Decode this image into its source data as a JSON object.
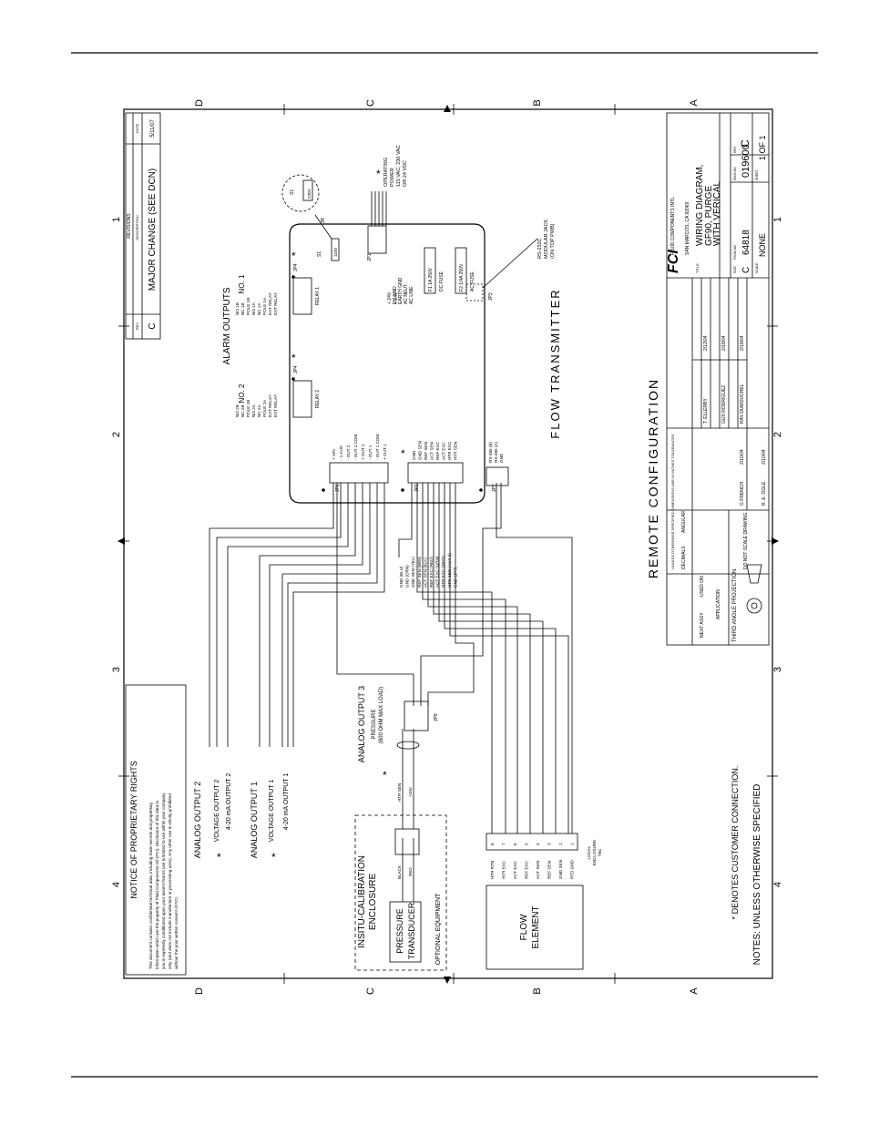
{
  "drawing": {
    "title": "REMOTE CONFIGURATION",
    "transmitter_label": "FLOW TRANSMITTER",
    "alarm": {
      "title": "ALARM OUTPUTS",
      "no1": "NO. 1",
      "no2": "NO. 2",
      "relay1": "RELAY 1",
      "relay2": "RELAY 2",
      "jp4": "JP4",
      "relay1_pins": [
        "EXT RELAY",
        "EXT RELAY",
        "POLE 1A",
        "NC 1A",
        "NO 1A",
        "POLE 1B",
        "NC 1B",
        "NO 1B"
      ],
      "relay2_pins": [
        "EXT RELAY",
        "EXT RELAY",
        "POLE 2A",
        "NC 2A",
        "NO 2A",
        "POLE 2B",
        "NC 2B",
        "NO 2B"
      ]
    },
    "power": {
      "jp1": "JP1",
      "pins": [
        "+ 24V",
        "DC GND",
        "EARTH GND",
        "AC NEUT",
        "AC LINE"
      ],
      "operating": "OPERATING",
      "power": "POWER",
      "vac": "115 VAC, 230 VAC",
      "vdc": "OR 24 VDC",
      "s1": "S1",
      "switch_115": "115V",
      "switch_230": "230V",
      "jr": "JR",
      "dc_fuse": "DC FUSE",
      "f1": "F1 1A 250V",
      "ac_fuse": "AC FUSE",
      "f2": "F2 1/4A 250V",
      "jp3": "JP3",
      "rs232": "RS-232C",
      "modular_jack": "MODULAR JACK",
      "on_top": "(ON TOP PWB)"
    },
    "jp6": {
      "label": "JP6",
      "pins": [
        "+ 20V",
        "- 1 AUX",
        "- OUT 2",
        "- OUT 2 COM",
        "+ OUT 2",
        "- OUT 1",
        "- OUT 1 COM",
        "+ OUT 1"
      ]
    },
    "jp2": {
      "label": "JP2",
      "pins": [
        "GND",
        "GND SEN",
        "REF SEN",
        "ACT SEN",
        "REF EXC",
        "ACT EXC",
        "HTR EXC",
        "HTR SEN"
      ]
    },
    "jp7": {
      "label": "JP7",
      "pins": [
        "RS-485 (B)",
        "RS-485 (A)",
        "GND"
      ]
    },
    "wires": [
      "GND (BLU)",
      "GND (ORN)",
      "GND SEN (YEL)",
      "REF SEN (BRN)",
      "ACT SEN (BLK)",
      "REF EXC (RED)",
      "ACT EXC (GRN)",
      "HTR EXC (WHT)",
      "HTR SEN (AUX 2)",
      "GND (JP7)"
    ],
    "notice": {
      "title": "NOTICE OF PROPRIETARY RIGHTS",
      "body": "This document contains confidential technical data, including trade secrets and proprietary information which are the property of Fluid Components Intl (FCI). Disclosure of this data to you is expressly conditioned upon your assent that its use is limited to use within your company only (and does not include manufacture or processing uses). Any other use is strictly prohibited without the prior written consent of FCI."
    },
    "analog_outputs": {
      "out2": "ANALOG OUTPUT 2",
      "out1": "ANALOG OUTPUT 1",
      "voltage2": "VOLTAGE OUTPUT 2",
      "ma2": "4-20 mA OUTPUT 2",
      "voltage1": "VOLTAGE OUTPUT 1",
      "ma1": "4-20 mA OUTPUT 1",
      "out3": "ANALOG OUTPUT 3",
      "pressure": "PRESSURE",
      "load": "(600 OHM MAX LOAD)",
      "jp9": "JP9"
    },
    "insitu": {
      "title1": "INSITU-CALIBRATION",
      "title2": "ENCLOSURE",
      "pressure": "PRESSURE",
      "transducer": "TRANSDUCER",
      "optional": "OPTIONAL EQUIPMENT",
      "black": "BLACK",
      "red": "RED",
      "htr_sen": "HTR SEN",
      "p20v": "+20V"
    },
    "flow_element": {
      "label1": "FLOW",
      "label2": "ELEMENT",
      "terminals": [
        "HTR RTN",
        "HTR EXC",
        "ACT EXC",
        "REF EXC",
        "ACT SEN",
        "REF SEN",
        "GND SEN",
        "RTD GND"
      ],
      "numbers": [
        "8",
        "7",
        "6",
        "5",
        "4",
        "3",
        "2",
        "1"
      ],
      "local": "LOCAL",
      "enclosure": "ENCLOSURE",
      "tb1": "TB1"
    },
    "notes": {
      "denotes": "* DENOTES CUSTOMER CONNECTION.",
      "notes": "NOTES: UNLESS OTHERWISE SPECIFIED"
    },
    "revisions": {
      "header": "REVISIONS",
      "rev_col": "REV",
      "desc_col": "DESCRIPTION",
      "date_col": "DATE",
      "rev": "C",
      "desc": "MAJOR CHANGE (SEE DCN)",
      "date": "5/11/07"
    },
    "title_block": {
      "company1": "FLUID COMPONENTS INTL",
      "company2": "SAN MARCOS, CA 92069",
      "title_label": "TITLE",
      "title1": "WIRING DIAGRAM,",
      "title2": "GF90, PURGE",
      "title3": "WITH VERICAL",
      "size": "C",
      "cage": "64818",
      "dwg_no": "019600",
      "rev": "C",
      "scale": "NONE",
      "sheet": "1 OF 1",
      "size_label": "SIZE",
      "cage_label": "FSCM NO",
      "dwg_label": "DWG NO",
      "rev_label": "REV",
      "scale_label": "SCALE",
      "sheet_label": "SHEET",
      "next_assy": "NEXT ASSY",
      "used_on": "USED ON",
      "application": "APPLICATION",
      "projection": "THIRD ANGLE PROJECTION",
      "drawn": "G FRENCH",
      "drawn_date": "2/10/04",
      "check": "GUS RODRIGUEZ",
      "check_date": "2/18/04",
      "engr": "RAY DUMOUCHEL",
      "engr_date": "2/18/04",
      "approved": "T. ELLERBY",
      "approved_date": "2/12/04",
      "qa": "R. E. OGLE",
      "qa_date": "2/10/04",
      "tolerances": "UNLESS OTHERWISE SPECIFIED DIMENSIONS ARE IN INCHES TOLERANCES",
      "decimals": "DECIMALS",
      "angular": "ANGULAR",
      "dont_scale": "DO NOT SCALE DRAWING"
    },
    "zones": {
      "rows": [
        "D",
        "C",
        "B",
        "A"
      ],
      "cols": [
        "1",
        "2",
        "3",
        "4"
      ]
    }
  }
}
